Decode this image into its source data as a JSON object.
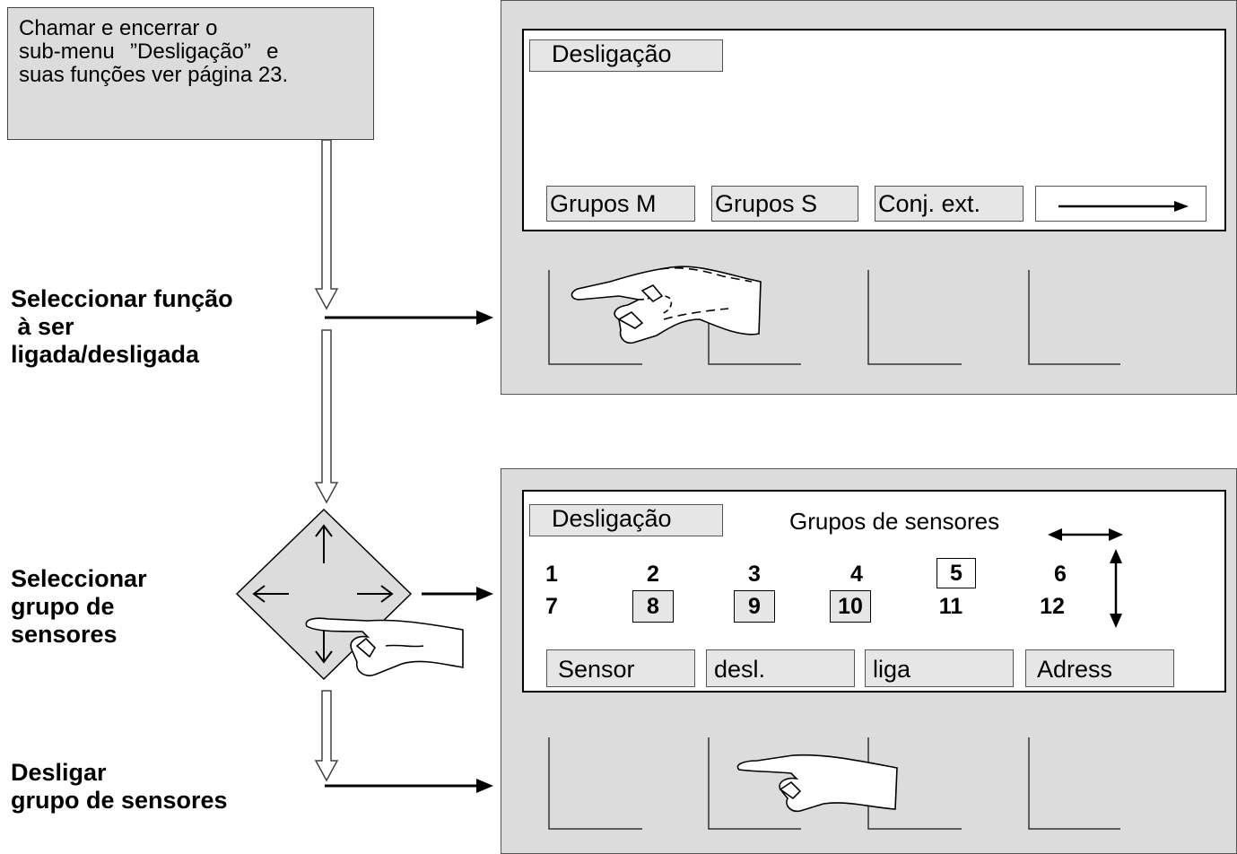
{
  "note": {
    "lines": [
      "Chamar e encerrar o",
      "sub-menu  ”Desligação”  e",
      "suas funções ver página 23."
    ]
  },
  "steps": [
    {
      "lines": [
        "Seleccionar função",
        " à ser",
        "ligada/desligada"
      ]
    },
    {
      "lines": [
        "Seleccionar",
        "grupo de",
        "sensores"
      ]
    },
    {
      "lines": [
        "Desligar",
        "grupo de sensores"
      ]
    }
  ],
  "screen1": {
    "title": "Desligação",
    "softkeys": [
      "Grupos M",
      "Grupos S",
      "Conj. ext."
    ],
    "last_softkey_icon": "right-arrow-icon"
  },
  "screen2": {
    "title": "Desligação",
    "subtitle": "Grupos de sensores",
    "row1": [
      "1",
      "2",
      "3",
      "4",
      "5",
      "6"
    ],
    "row2": [
      "7",
      "8",
      "9",
      "10",
      "11",
      "12"
    ],
    "softkeys": [
      "Sensor",
      "desl.",
      "liga",
      "Adress"
    ]
  },
  "icons": {
    "dpad": [
      "up-arrow-icon",
      "down-arrow-icon",
      "left-arrow-icon",
      "right-arrow-icon"
    ],
    "hands": [
      "pointing-hand-icon"
    ],
    "scroll": [
      "horizontal-double-arrow-icon",
      "vertical-double-arrow-icon"
    ]
  }
}
